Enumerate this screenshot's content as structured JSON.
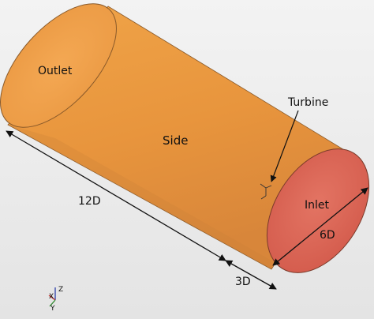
{
  "labels": {
    "outlet": "Outlet",
    "side": "Side",
    "turbine": "Turbine",
    "inlet": "Inlet",
    "length": "12D",
    "diameter": "6D",
    "offset": "3D"
  },
  "axes": {
    "x": "X",
    "y": "Y",
    "z": "Z"
  },
  "colors": {
    "cylinder_body": "#e9973f",
    "outlet_face": "#f0a04b",
    "inlet_face": "#dc6655",
    "background": "#ececec"
  }
}
